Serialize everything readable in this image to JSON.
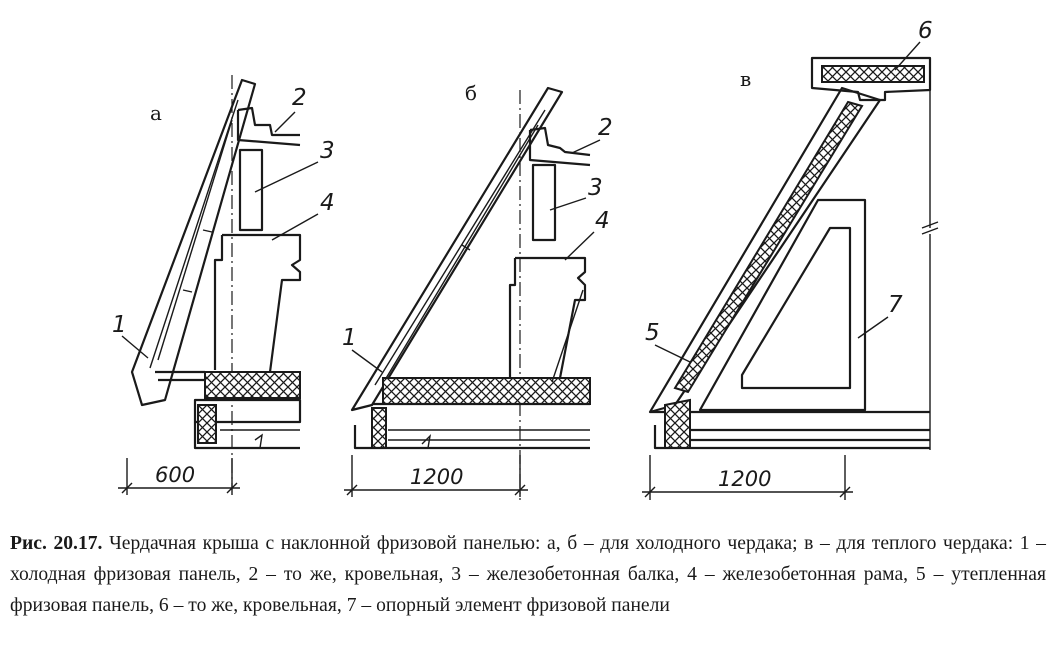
{
  "figure": {
    "panels": [
      {
        "id": "a",
        "label": "а",
        "dimension": "600",
        "callouts": [
          "1",
          "2",
          "3",
          "4"
        ]
      },
      {
        "id": "b",
        "label": "б",
        "dimension": "1200",
        "callouts": [
          "1",
          "2",
          "3",
          "4"
        ]
      },
      {
        "id": "v",
        "label": "в",
        "dimension": "1200",
        "callouts": [
          "5",
          "6",
          "7"
        ]
      }
    ]
  },
  "caption": {
    "number": "Рис. 20.17.",
    "text": "Чердачная крыша с наклонной фризовой панелью: а, б – для холодного чердака; в – для теплого чердака: 1 – холодная фризовая панель, 2 – то же, кровельная, 3 – железобетонная балка, 4 – железобетонная рама, 5 – утепленная фризовая панель, 6 – то же, кровельная, 7 – опорный элемент фризовой панели"
  }
}
